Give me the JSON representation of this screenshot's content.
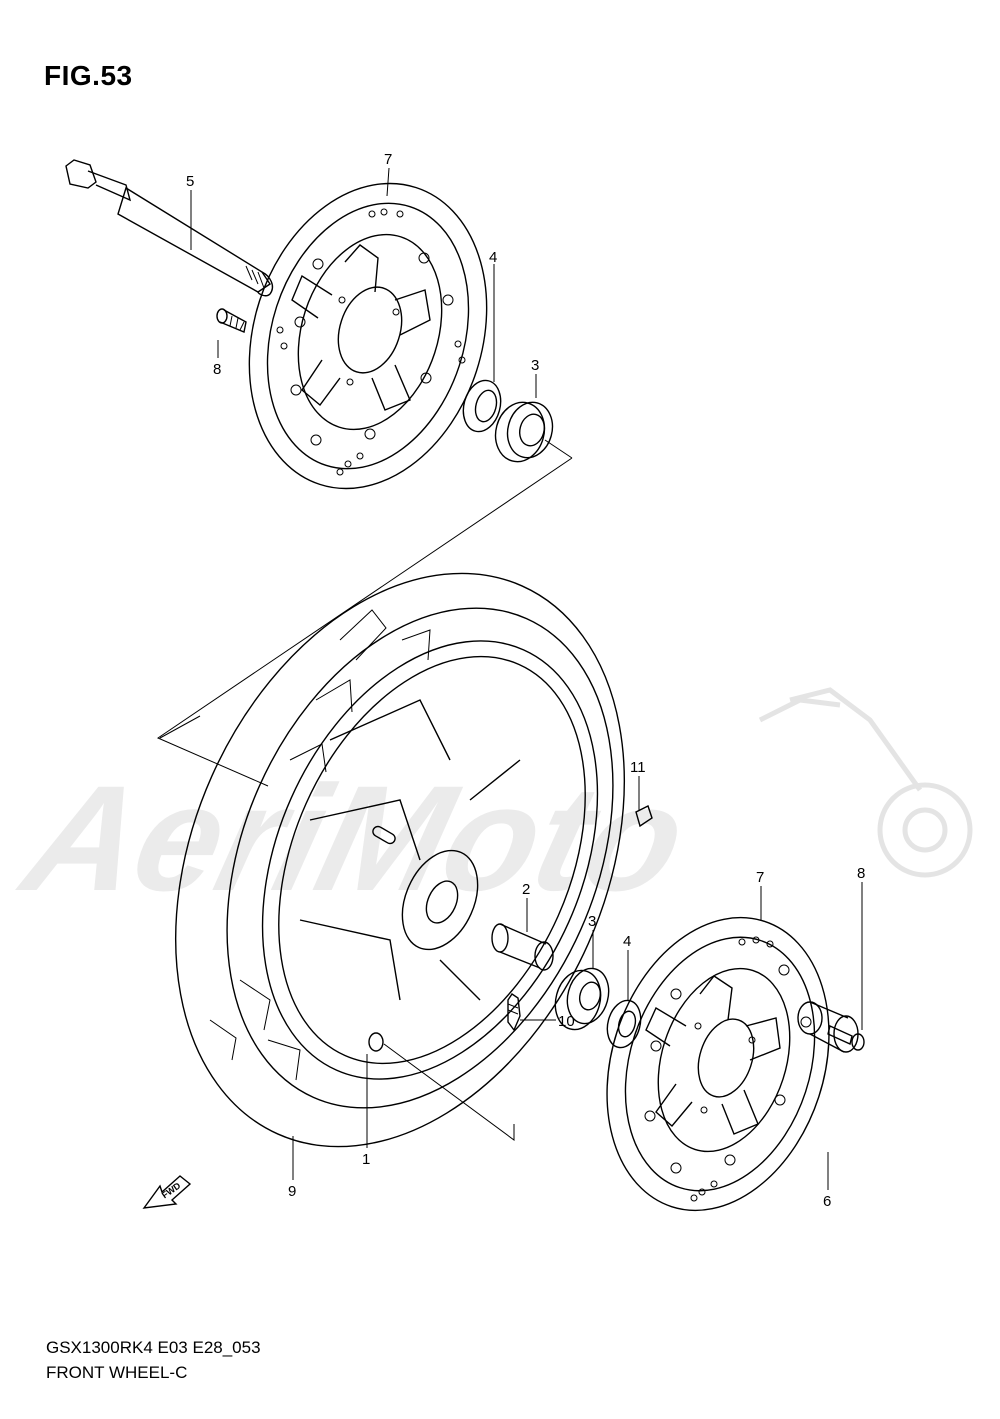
{
  "figure_label": "FIG.53",
  "footer": {
    "model_code": "GSX1300RK4 E03 E28_053",
    "section_title": "FRONT WHEEL-C"
  },
  "watermark": "AeriMoto",
  "direction_badge": "FWD",
  "callouts": {
    "c1": "1",
    "c2": "2",
    "c3a": "3",
    "c3b": "3",
    "c4a": "4",
    "c4b": "4",
    "c5": "5",
    "c6": "6",
    "c7a": "7",
    "c7b": "7",
    "c8a": "8",
    "c8b": "8",
    "c9": "9",
    "c10": "10",
    "c11": "11"
  }
}
